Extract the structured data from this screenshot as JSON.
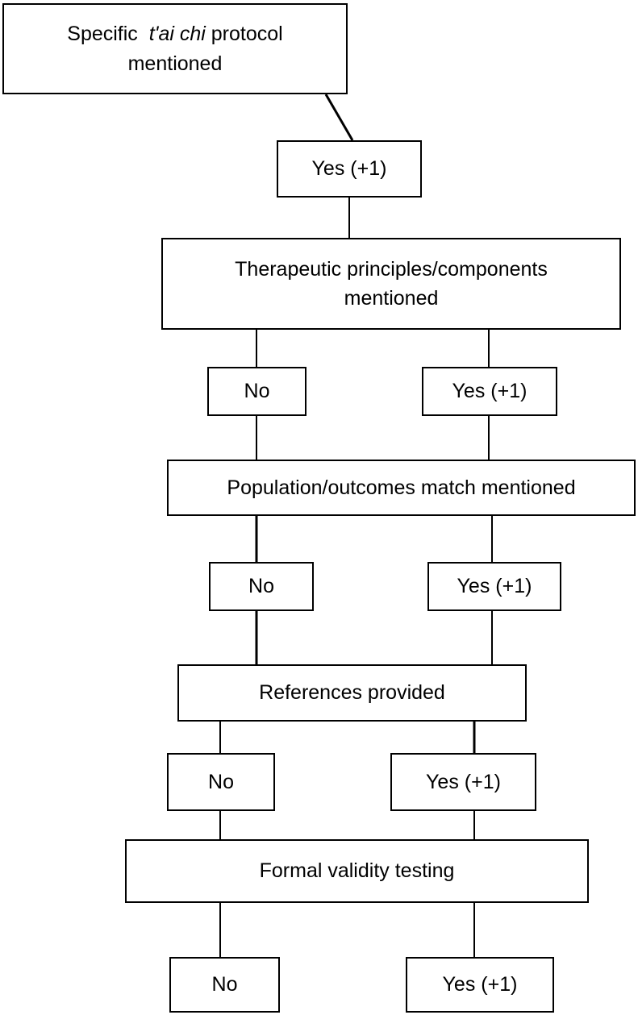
{
  "flowchart": {
    "protocol": {
      "prefix": "Specific",
      "emphasis": "t'ai chi",
      "suffix": "protocol",
      "line2": "mentioned"
    },
    "step1_yes": "Yes (+1)",
    "therapeutic": {
      "line1": "Therapeutic principles/components",
      "line2": "mentioned"
    },
    "step2_no": "No",
    "step2_yes": "Yes (+1)",
    "population": "Population/outcomes match mentioned",
    "step3_no": "No",
    "step3_yes": "Yes (+1)",
    "references": "References provided",
    "step4_no": "No",
    "step4_yes": "Yes (+1)",
    "validity": "Formal validity testing",
    "step5_no": "No",
    "step5_yes": "Yes (+1)"
  },
  "colors": {
    "stroke": "#000000",
    "background": "#ffffff"
  }
}
